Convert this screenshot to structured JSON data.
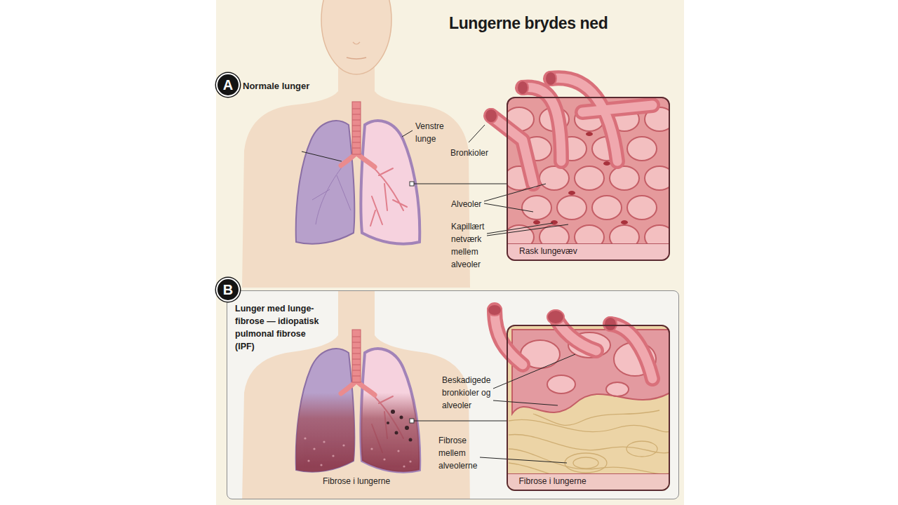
{
  "diagram": {
    "title": "Lungerne brydes ned",
    "nodes": [
      {
        "text": [
          "A"
        ]
      },
      {
        "text": [
          "Rask lungevæv"
        ]
      },
      {
        "text": [
          "B"
        ]
      },
      {
        "text": [
          "Lunger med lunge- fibrose — idiopatisk pulmonal fibrose (IPF)"
        ]
      },
      {
        "text": [
          "Fibrose i lungerne"
        ],
        "in": 3
      }
    ],
    "labels": [
      "Normale lunger",
      "Venstre lunge",
      "Bronkioler",
      "Alveoler",
      "Kapillært netværk mellem alveoler",
      "Beskadigede bronkioler og alveoler",
      "Fibrose mellem alveolerne",
      "Fibrose i lungerne"
    ]
  }
}
